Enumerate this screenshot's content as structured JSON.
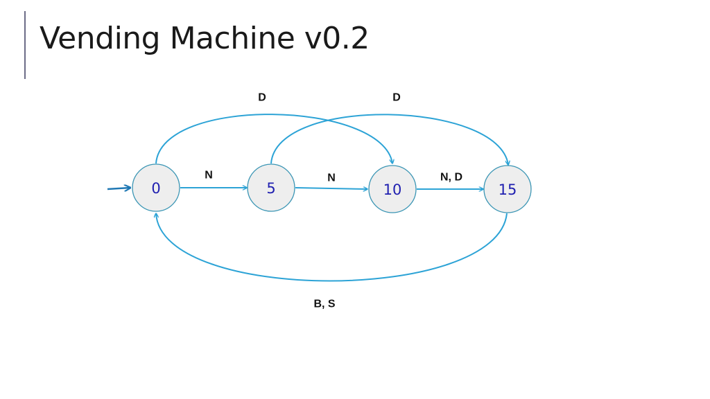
{
  "slide": {
    "title": "Vending Machine v0.2"
  },
  "colors": {
    "edge": "#2ca3d6",
    "start_arrow": "#1f78b4",
    "node_fill": "#eeeeee",
    "node_text": "#1f1fb0"
  },
  "diagram": {
    "nodes": [
      {
        "id": "s0",
        "label": "0"
      },
      {
        "id": "s5",
        "label": "5"
      },
      {
        "id": "s10",
        "label": "10"
      },
      {
        "id": "s15",
        "label": "15"
      }
    ],
    "edges": [
      {
        "from": "s0",
        "to": "s5",
        "label": "N"
      },
      {
        "from": "s5",
        "to": "s10",
        "label": "N"
      },
      {
        "from": "s10",
        "to": "s15",
        "label": "N, D"
      },
      {
        "from": "s0",
        "to": "s10",
        "label": "D"
      },
      {
        "from": "s5",
        "to": "s15",
        "label": "D"
      },
      {
        "from": "s15",
        "to": "s0",
        "label": "B, S"
      }
    ],
    "start_state": "s0"
  }
}
